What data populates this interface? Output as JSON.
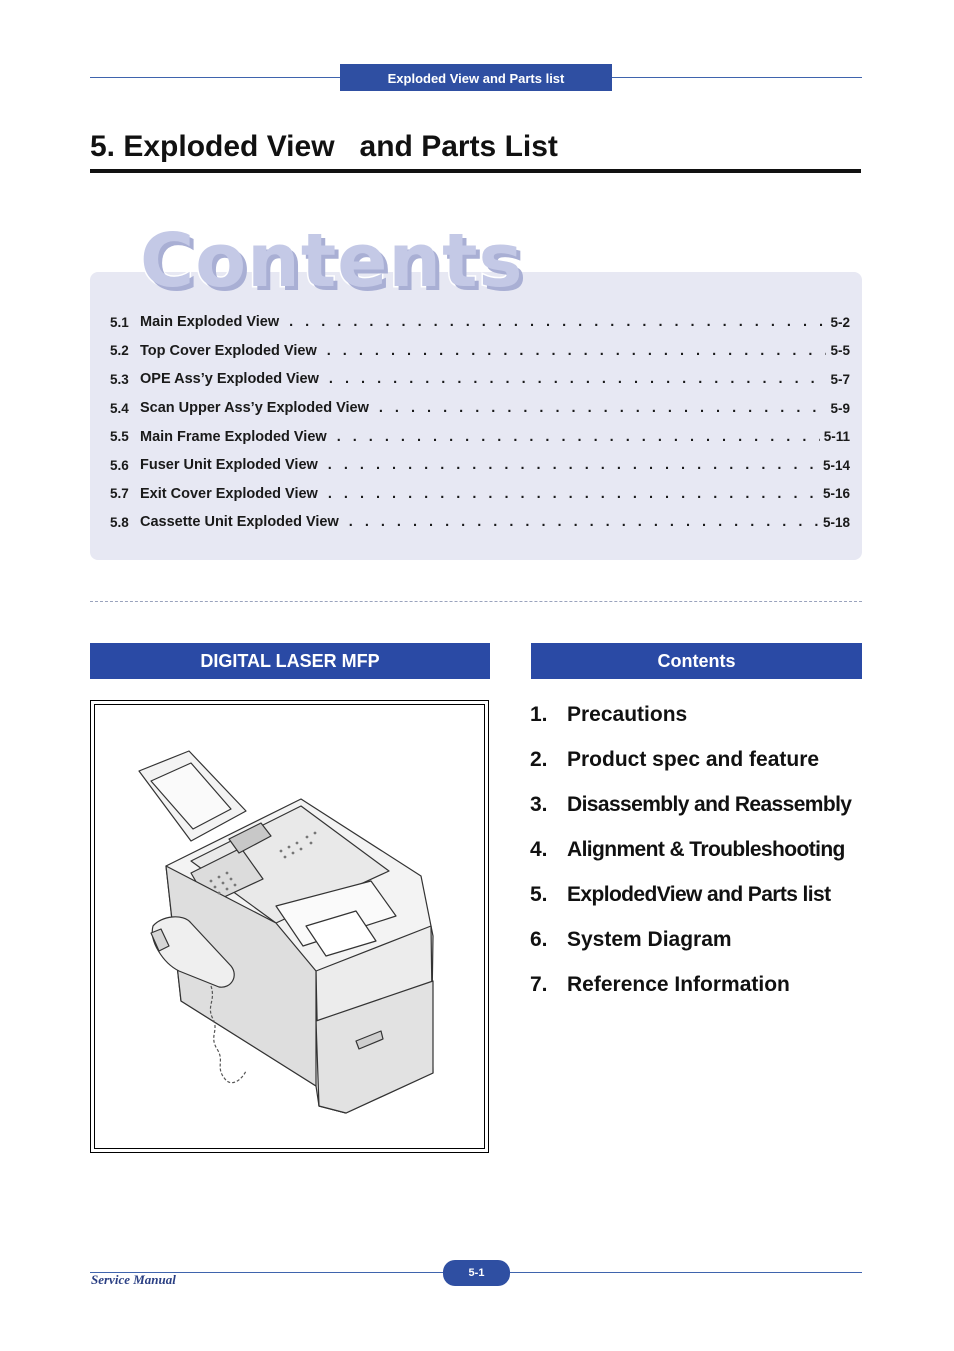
{
  "header": {
    "section_tab": "Exploded View and Parts list"
  },
  "page_title": "5. Exploded View   and Parts List",
  "contents_heading": "Contents",
  "toc": [
    {
      "num": "5.1",
      "label": "Main Exploded View",
      "page": "5-2"
    },
    {
      "num": "5.2",
      "label": "Top Cover Exploded View",
      "page": "5-5"
    },
    {
      "num": "5.3",
      "label": "OPE Ass’y Exploded View",
      "page": "5-7"
    },
    {
      "num": "5.4",
      "label": "Scan Upper Ass’y Exploded View",
      "page": "5-9"
    },
    {
      "num": "5.5",
      "label": "Main Frame Exploded View",
      "page": "5-11"
    },
    {
      "num": "5.6",
      "label": "Fuser Unit Exploded View",
      "page": "5-14"
    },
    {
      "num": "5.7",
      "label": "Exit Cover Exploded View",
      "page": "5-16"
    },
    {
      "num": "5.8",
      "label": "Cassette Unit Exploded View",
      "page": "5-18"
    }
  ],
  "toc_leader": ". . . . . . . . . . . . . . . . . . . . . . . . . . . . . . . . . . . . . . . . . . .",
  "left_panel": {
    "title": "DIGITAL LASER MFP"
  },
  "right_panel": {
    "title": "Contents"
  },
  "chapters": [
    {
      "num": "1.",
      "label": "Precautions"
    },
    {
      "num": "2.",
      "label": "Product spec and feature"
    },
    {
      "num": "3.",
      "label": "Disassembly and Reassembly"
    },
    {
      "num": "4.",
      "label": "Alignment & Troubleshooting"
    },
    {
      "num": "5.",
      "label": "ExplodedView and Parts list"
    },
    {
      "num": "6.",
      "label": "System Diagram"
    },
    {
      "num": "7.",
      "label": "Reference Information"
    }
  ],
  "footer": {
    "manual": "Service Manual",
    "page": "5-1"
  },
  "colors": {
    "accent_blue": "#2a4aa5",
    "toc_background": "#e7e8f3",
    "contents_word": "#c4c9e6"
  }
}
